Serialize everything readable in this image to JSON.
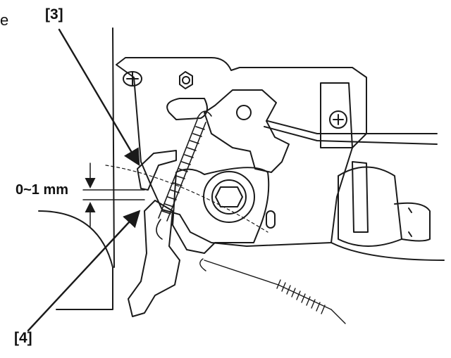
{
  "labels": {
    "callout_3": "[3]",
    "callout_4": "[4]",
    "gap_dimension": "0~1 mm",
    "cropped_text": "e"
  },
  "colors": {
    "line": "#1a1a1a",
    "background": "#ffffff"
  }
}
